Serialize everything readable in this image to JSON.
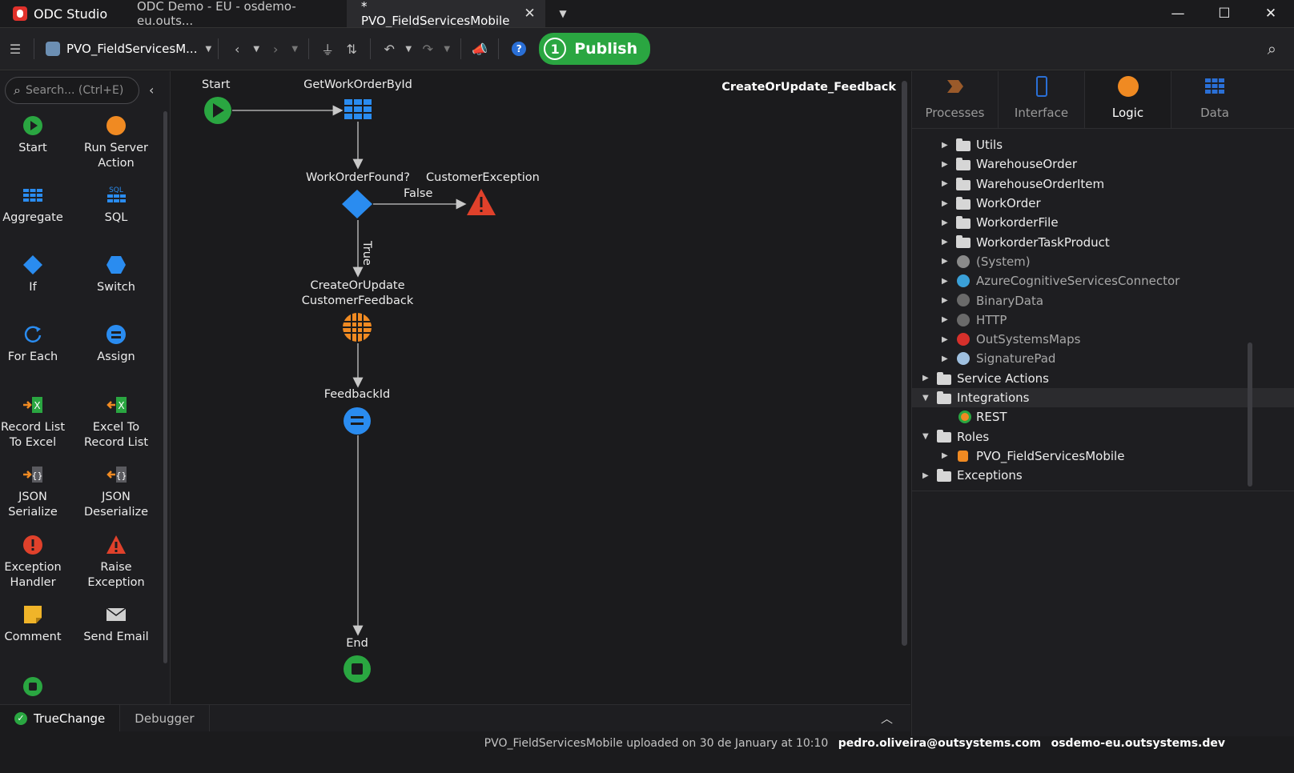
{
  "titlebar": {
    "app_name": "ODC Studio",
    "tabs": [
      {
        "label": "ODC Demo - EU - osdemo-eu.outs..."
      },
      {
        "label": "* PVO_FieldServicesMobile"
      }
    ],
    "minimize": "—",
    "maximize": "☐",
    "close": "✕"
  },
  "toolbar": {
    "module_name": "PVO_FieldServicesM...",
    "help": "?",
    "publish_count": "1",
    "publish_label": "Publish"
  },
  "toolbox": {
    "search_placeholder": "Search... (Ctrl+E)",
    "tools": [
      {
        "label": "Start",
        "icon": "start-icon"
      },
      {
        "label": "Run Server\nAction",
        "icon": "run-server-action-icon"
      },
      {
        "label": "Aggregate",
        "icon": "aggregate-icon"
      },
      {
        "label": "SQL",
        "icon": "sql-icon"
      },
      {
        "label": "If",
        "icon": "if-icon"
      },
      {
        "label": "Switch",
        "icon": "switch-icon"
      },
      {
        "label": "For Each",
        "icon": "for-each-icon"
      },
      {
        "label": "Assign",
        "icon": "assign-icon"
      },
      {
        "label": "Record List\nTo Excel",
        "icon": "record-list-to-excel-icon"
      },
      {
        "label": "Excel To\nRecord List",
        "icon": "excel-to-record-list-icon"
      },
      {
        "label": "JSON\nSerialize",
        "icon": "json-serialize-icon"
      },
      {
        "label": "JSON\nDeserialize",
        "icon": "json-deserialize-icon"
      },
      {
        "label": "Exception\nHandler",
        "icon": "exception-handler-icon"
      },
      {
        "label": "Raise\nException",
        "icon": "raise-exception-icon"
      },
      {
        "label": "Comment",
        "icon": "comment-icon"
      },
      {
        "label": "Send Email",
        "icon": "send-email-icon"
      }
    ]
  },
  "canvas": {
    "flow_title": "CreateOrUpdate_Feedback",
    "nodes": {
      "start": "Start",
      "aggregate": "GetWorkOrderById",
      "if": "WorkOrderFound?",
      "exception": "CustomerException",
      "server_action": "CreateOrUpdate\nCustomerFeedback",
      "assign": "FeedbackId",
      "end": "End"
    },
    "branch_false": "False",
    "branch_true": "True"
  },
  "rightpanel": {
    "tabs": [
      {
        "label": "Processes"
      },
      {
        "label": "Interface"
      },
      {
        "label": "Logic"
      },
      {
        "label": "Data"
      }
    ],
    "tree": [
      {
        "label": "Utils"
      },
      {
        "label": "WarehouseOrder"
      },
      {
        "label": "WarehouseOrderItem"
      },
      {
        "label": "WorkOrder"
      },
      {
        "label": "WorkorderFile"
      },
      {
        "label": "WorkorderTaskProduct"
      },
      {
        "label": "(System)"
      },
      {
        "label": "AzureCognitiveServicesConnector"
      },
      {
        "label": "BinaryData"
      },
      {
        "label": "HTTP"
      },
      {
        "label": "OutSystemsMaps"
      },
      {
        "label": "SignaturePad"
      },
      {
        "label": "Service Actions"
      },
      {
        "label": "Integrations"
      },
      {
        "label": "REST"
      },
      {
        "label": "Roles"
      },
      {
        "label": "PVO_FieldServicesMobile"
      },
      {
        "label": "Exceptions"
      }
    ]
  },
  "bottom": {
    "tabs": [
      {
        "label": "TrueChange"
      },
      {
        "label": "Debugger"
      }
    ]
  },
  "status": {
    "message": "PVO_FieldServicesMobile uploaded on 30 de January at 10:10",
    "user": "pedro.oliveira@outsystems.com",
    "server": "osdemo-eu.outsystems.dev"
  },
  "colors": {
    "accent_green": "#2aa641",
    "flow_blue": "#2a8cf0",
    "warning_red": "#e0412b",
    "action_orange": "#f08a22"
  }
}
